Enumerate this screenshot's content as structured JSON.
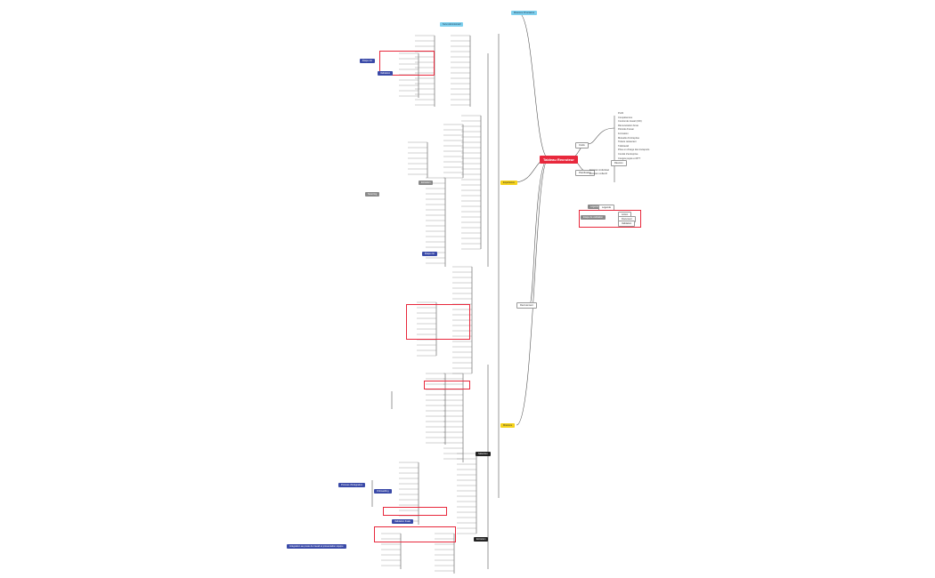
{
  "root": {
    "label": "Tableau Recruteur"
  },
  "branches": {
    "top": "Missions Prioritaires",
    "mid1": "Expérience",
    "mid2": "Recrutement",
    "mid3": "Missions",
    "outils": "Outils",
    "planif": "Planification",
    "reunion": "Réunion",
    "suivi": "Suivi Administratif"
  },
  "right_list": [
    "Profil",
    "Compétences",
    "Contrat de travail (CDI)",
    "Rémunération brute",
    "Période d'essai",
    "Formation",
    "Mutuelle d'entreprise",
    "Tickets restaurant",
    "Télétravail",
    "Prise en charge des transports",
    "Comité d'entreprise",
    "Congés payés et RTT"
  ],
  "right_bottom": [
    "Entretien individuel",
    "Entretien collectif"
  ],
  "legend": {
    "title": "Légende",
    "key1": "Légende",
    "key2": "Etape de validation",
    "items": [
      "Action",
      "Document",
      "Validation"
    ]
  },
  "navy_tags": [
    "Étape clé",
    "Validation",
    "Étape clé",
    "Process d'intégration",
    "Onboarding",
    "Validation finale",
    "Intégration au poste de travail et présentation équipe"
  ],
  "grey_tags": [
    "Entretien",
    "Sourcing"
  ],
  "black_tags": [
    "Sélection",
    "Entretien"
  ],
  "colors": {
    "root": "#e8283c",
    "connector": "#555555",
    "highlight": "#e8283c",
    "navy": "#3a4aa8",
    "yellow": "#f5d21b",
    "cyan": "#7fd0ee"
  }
}
